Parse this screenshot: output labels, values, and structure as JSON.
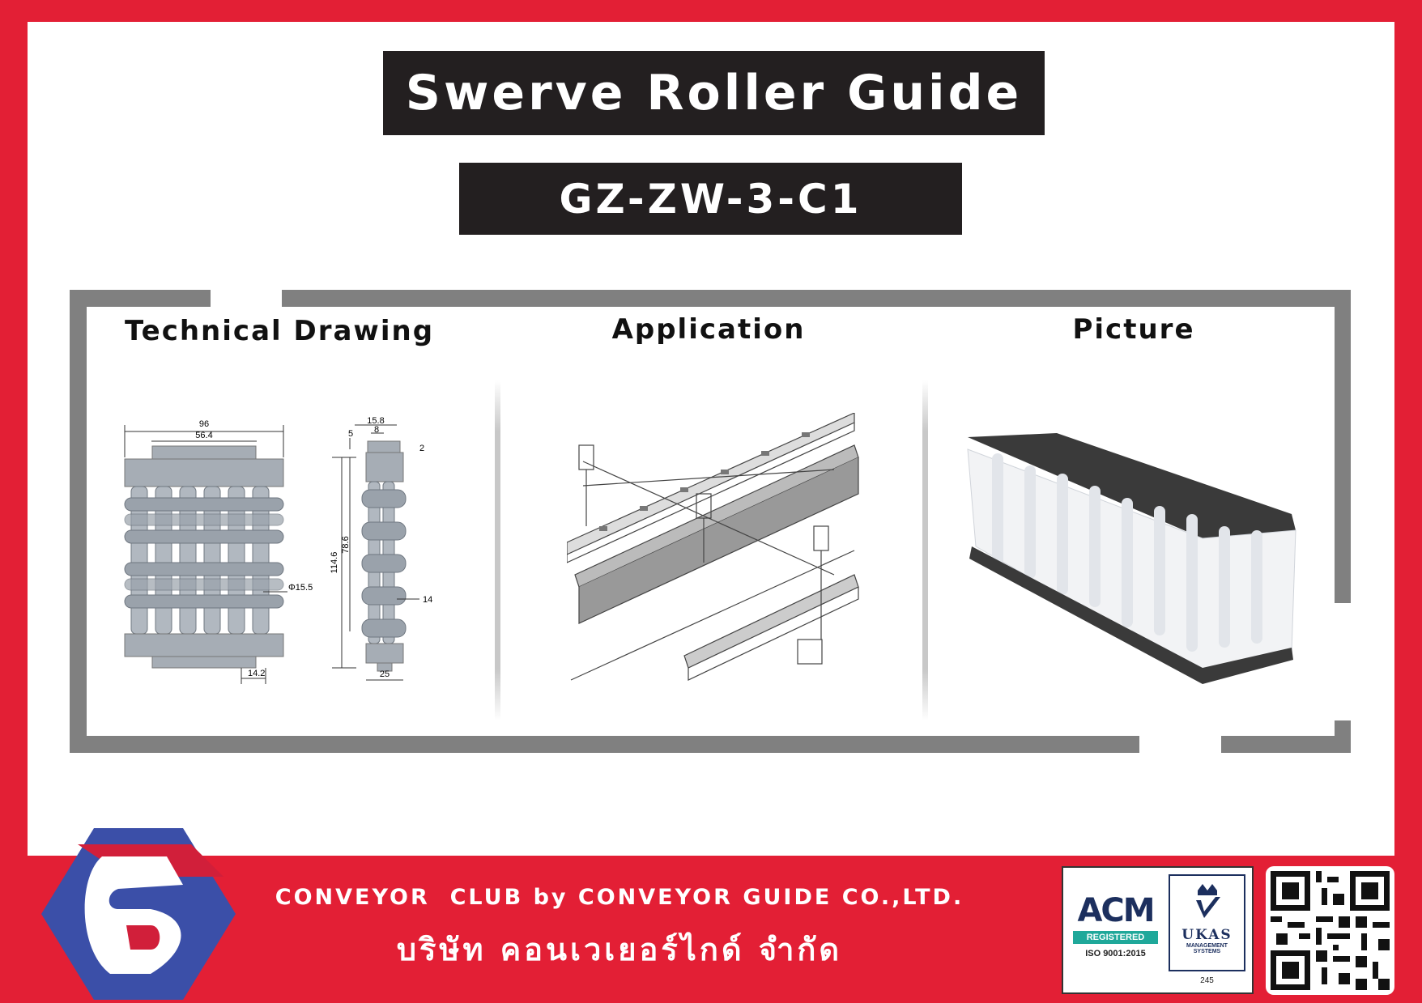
{
  "header": {
    "title": "Swerve Roller Guide",
    "model": "GZ-ZW-3-C1"
  },
  "sections": {
    "technical_drawing": "Technical Drawing",
    "application": "Application",
    "picture": "Picture"
  },
  "drawing_dims": {
    "overall_width": "96",
    "inner_width": "56.4",
    "roller_diameter": "Φ15.5",
    "pitch": "14.2",
    "side_width": "15.8",
    "side_inner": "8",
    "top_offset": "5",
    "right_offset": "2",
    "overall_height": "114.6",
    "inner_height": "78.6",
    "roller_gap": "14",
    "base_width": "25"
  },
  "footer": {
    "company_en": "CONVEYOR  CLUB by CONVEYOR GUIDE CO.,LTD.",
    "company_th": "บริษัท คอนเวเยอร์ไกด์ จำกัด"
  },
  "certifications": {
    "acm_name": "ACM",
    "acm_status": "REGISTERED",
    "iso": "ISO 9001:2015",
    "ukas_name": "UKAS",
    "ukas_sub1": "MANAGEMENT",
    "ukas_sub2": "SYSTEMS",
    "ukas_number": "245"
  },
  "colors": {
    "background_red": "#e31f35",
    "label_black": "#231f20",
    "frame_gray": "#808080"
  },
  "icons": [
    "company-logo-icon",
    "acm-logo-icon",
    "ukas-crown-icon",
    "qr-code-icon"
  ]
}
